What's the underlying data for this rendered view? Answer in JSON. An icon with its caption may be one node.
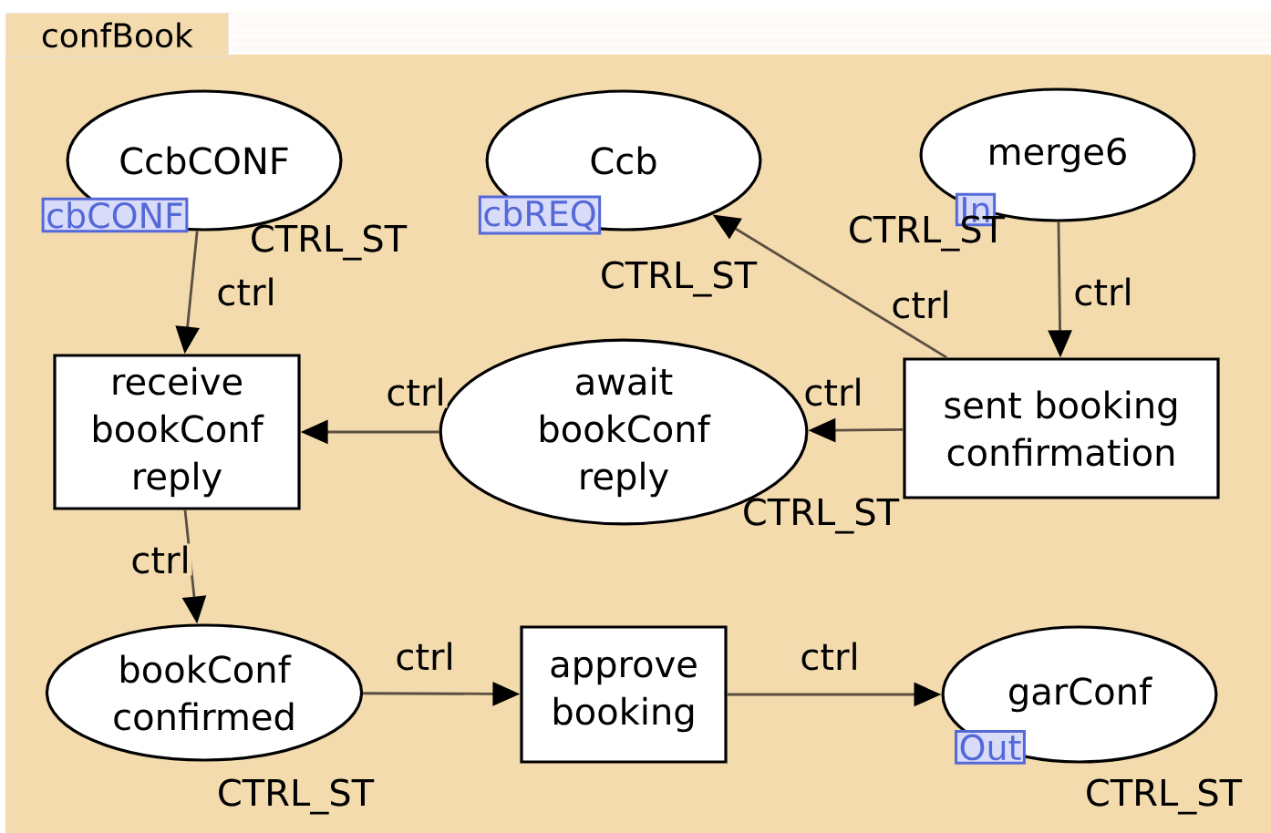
{
  "diagram": {
    "title": "confBook",
    "nodes": [
      {
        "text": [
          "CcbCONF"
        ],
        "beside": [
          "cbCONF",
          "CTRL_ST"
        ]
      },
      {
        "text": [
          "Ccb"
        ],
        "beside": [
          "cbREQ",
          "CTRL_ST"
        ]
      },
      {
        "text": [
          "merge6"
        ],
        "beside": [
          "In",
          "CTRL_ST"
        ]
      },
      {
        "text": [
          "receive bookConf reply"
        ]
      },
      {
        "text": [
          "await bookConf reply"
        ],
        "beside": [
          "CTRL_ST"
        ]
      },
      {
        "text": [
          "sent booking confirmation"
        ]
      },
      {
        "text": [
          "bookConf confirmed"
        ],
        "beside": [
          "CTRL_ST"
        ]
      },
      {
        "text": [
          "approve booking"
        ]
      },
      {
        "text": [
          "garConf"
        ],
        "beside": [
          "Out",
          "CTRL_ST"
        ]
      }
    ],
    "edges": [
      {
        "from": 0,
        "to": 3,
        "arrow": "to",
        "label": "ctrl"
      },
      {
        "from": 5,
        "to": 1,
        "arrow": "to",
        "label": "ctrl"
      },
      {
        "from": 2,
        "to": 5,
        "arrow": "to",
        "label": "ctrl"
      },
      {
        "from": 5,
        "to": 4,
        "arrow": "to",
        "label": "ctrl"
      },
      {
        "from": 4,
        "to": 3,
        "arrow": "to",
        "label": "ctrl"
      },
      {
        "from": 3,
        "to": 6,
        "arrow": "to",
        "label": "ctrl"
      },
      {
        "from": 6,
        "to": 7,
        "arrow": "to",
        "label": "ctrl"
      },
      {
        "from": 7,
        "to": 8,
        "arrow": "to",
        "label": "ctrl"
      }
    ]
  }
}
